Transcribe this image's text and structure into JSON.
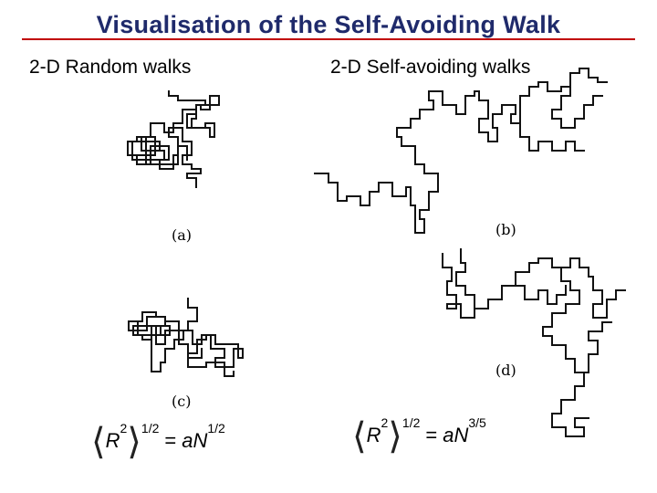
{
  "slide": {
    "title": "Visualisation of the Self-Avoiding Walk",
    "left_heading": "2-D Random walks",
    "right_heading": "2-D Self-avoiding walks",
    "accent_color": "#c00000",
    "title_color": "#1f2a6b"
  },
  "panels": {
    "a": {
      "label": "(a)"
    },
    "b": {
      "label": "(b)"
    },
    "c": {
      "label": "(c)"
    },
    "d": {
      "label": "(d)"
    }
  },
  "formulas": {
    "random_walk": {
      "lhs": "R",
      "lhs_exp": "2",
      "outer_exp": "1/2",
      "rhs_coeff": "aN",
      "rhs_exp": "1/2"
    },
    "self_avoiding": {
      "lhs": "R",
      "lhs_exp": "2",
      "outer_exp": "1/2",
      "rhs_coeff": "aN",
      "rhs_exp": "3/5"
    }
  }
}
